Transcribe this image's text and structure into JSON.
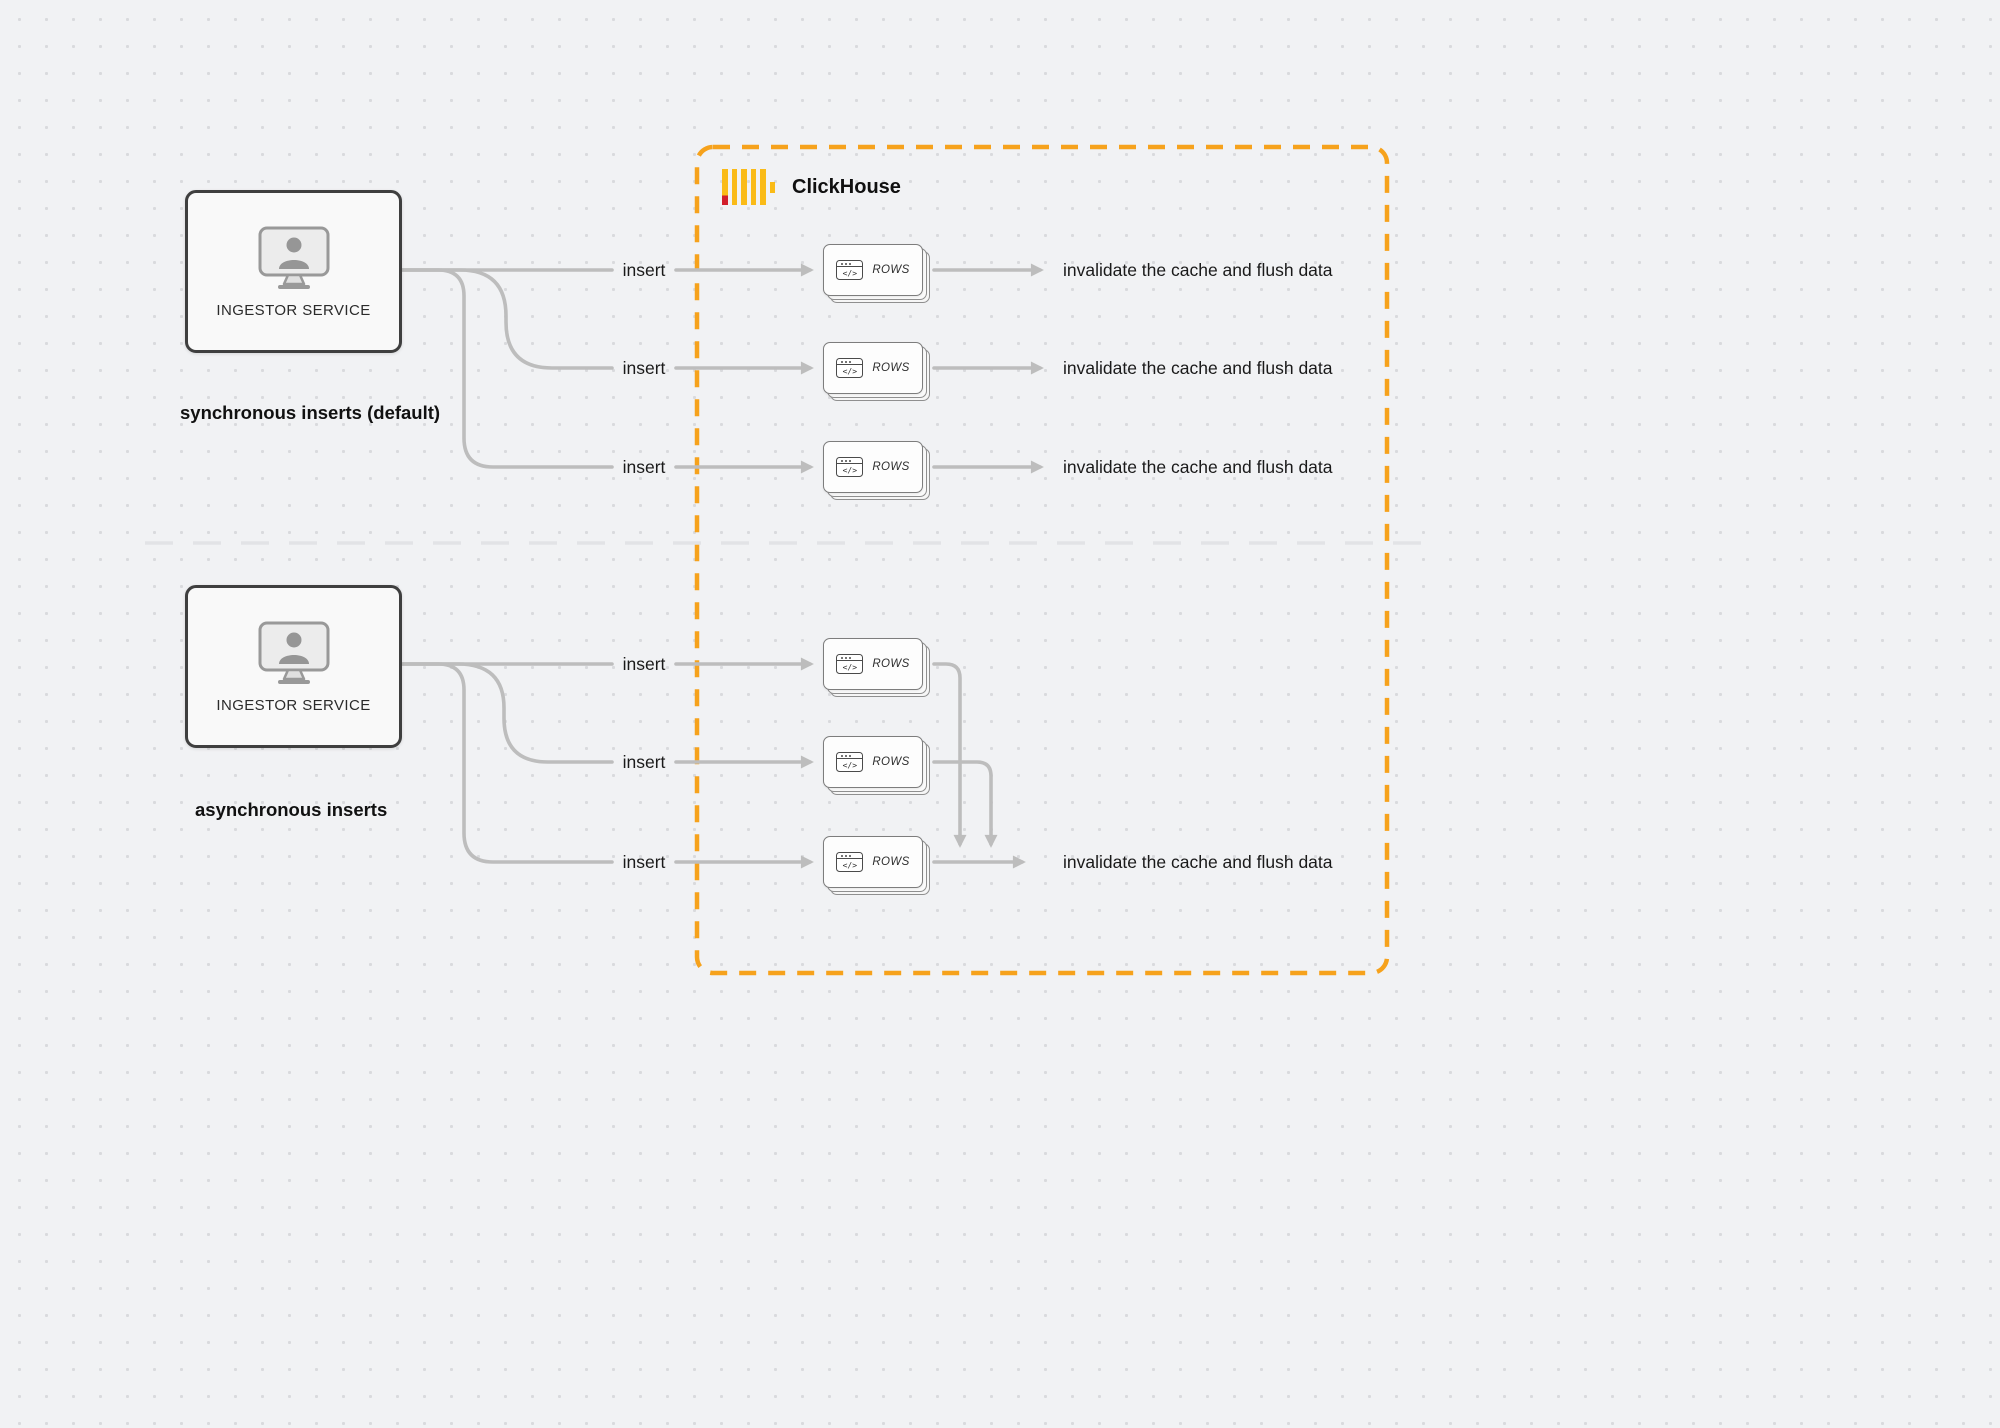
{
  "clickhouse": {
    "label": "ClickHouse"
  },
  "rows": {
    "label": "ROWS",
    "glyph": "</>"
  },
  "sync": {
    "ingestor_label": "INGESTOR SERVICE",
    "caption": "synchronous inserts (default)",
    "inserts": [
      {
        "label": "insert"
      },
      {
        "label": "insert"
      },
      {
        "label": "insert"
      }
    ],
    "outcomes": [
      {
        "label": "invalidate the cache and flush data"
      },
      {
        "label": "invalidate the cache and flush data"
      },
      {
        "label": "invalidate the cache and flush data"
      }
    ]
  },
  "async": {
    "ingestor_label": "INGESTOR SERVICE",
    "caption": "asynchronous inserts",
    "inserts": [
      {
        "label": "insert"
      },
      {
        "label": "insert"
      },
      {
        "label": "insert"
      }
    ],
    "outcome": {
      "label": "invalidate the cache and flush data"
    }
  },
  "colors": {
    "accent_orange": "#F6A21C",
    "logo_yellow": "#FABB17",
    "logo_red": "#D21E2B",
    "arrow_gray": "#BDBDBD",
    "box_border": "#3F3F3F"
  }
}
